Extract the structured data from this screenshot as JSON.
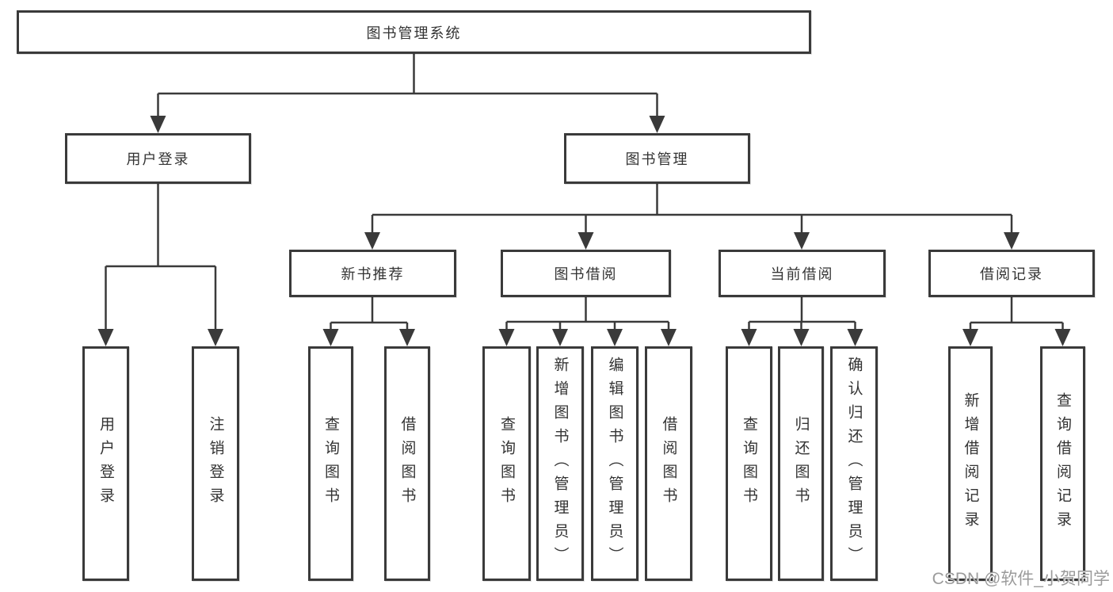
{
  "diagram": {
    "type": "hierarchy-tree",
    "tree": {
      "root": {
        "label": "图书管理系统",
        "children": [
          {
            "label": "用户登录",
            "children": [
              {
                "label": "用户登录"
              },
              {
                "label": "注销登录"
              }
            ]
          },
          {
            "label": "图书管理",
            "children": [
              {
                "label": "新书推荐",
                "children": [
                  {
                    "label": "查询图书"
                  },
                  {
                    "label": "借阅图书"
                  }
                ]
              },
              {
                "label": "图书借阅",
                "children": [
                  {
                    "label": "查询图书"
                  },
                  {
                    "label": "新增图书（管理员）"
                  },
                  {
                    "label": "编辑图书（管理员）"
                  },
                  {
                    "label": "借阅图书"
                  }
                ]
              },
              {
                "label": "当前借阅",
                "children": [
                  {
                    "label": "查询图书"
                  },
                  {
                    "label": "归还图书"
                  },
                  {
                    "label": "确认归还（管理员）"
                  }
                ]
              },
              {
                "label": "借阅记录",
                "children": [
                  {
                    "label": "新增借阅记录"
                  },
                  {
                    "label": "查询借阅记录"
                  }
                ]
              }
            ]
          }
        ]
      }
    },
    "colors": {
      "line": "#3a3a3a",
      "box_border": "#3a3a3a",
      "box_fill": "#ffffff",
      "text": "#333333",
      "watermark": "#9b9b9b",
      "background": "#ffffff"
    }
  },
  "watermark": {
    "text": "CSDN @软件_小贺同学"
  }
}
